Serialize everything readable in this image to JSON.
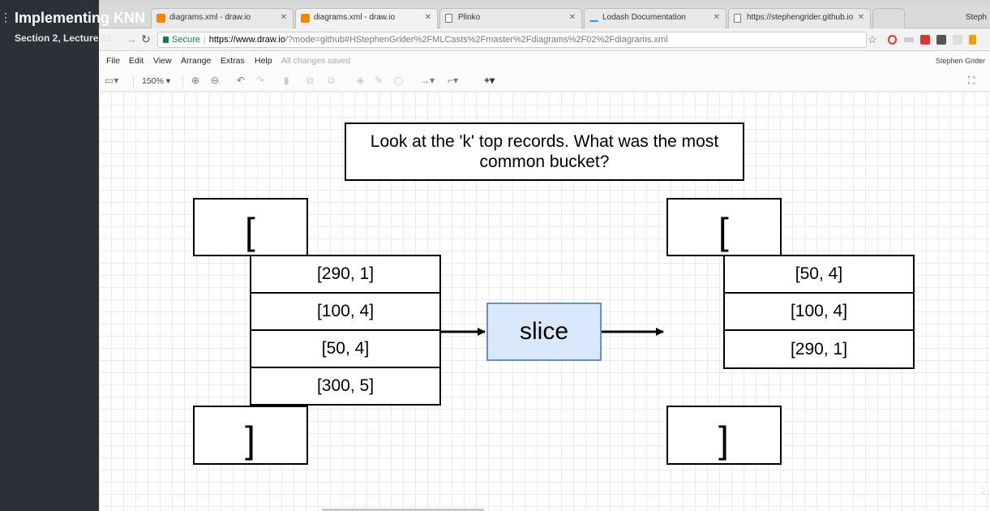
{
  "lecture": {
    "title": "Implementing KNN",
    "subtitle": "Section 2, Lecture 12"
  },
  "browser": {
    "tabs": [
      {
        "label": "diagrams.xml - draw.io",
        "icon": "drawio-icon",
        "active": false
      },
      {
        "label": "diagrams.xml - draw.io",
        "icon": "drawio-icon",
        "active": true
      },
      {
        "label": "Plinko",
        "icon": "page-icon",
        "active": false
      },
      {
        "label": "Lodash Documentation",
        "icon": "lodash-icon",
        "active": false
      },
      {
        "label": "https://stephengrider.github.io",
        "icon": "page-icon",
        "active": false
      }
    ],
    "tab_right_text": "Steph",
    "address": {
      "secure_label": "Secure",
      "host": "https://www.draw.io",
      "path": "/?mode=github#HStephenGrider%2FMLCasts%2Fmaster%2Fdiagrams%2F02%2Fdiagrams.xml"
    }
  },
  "app": {
    "menu": [
      "File",
      "Edit",
      "View",
      "Arrange",
      "Extras",
      "Help"
    ],
    "status": "All changes saved",
    "user": "Stephen Grider",
    "zoom": "150%"
  },
  "diagram": {
    "title": "Look at the 'k' top records.  What was the most common bucket?",
    "left_open": "[",
    "left_close": "]",
    "left_records": [
      "[290, 1]",
      "[100, 4]",
      "[50, 4]",
      "[300, 5]"
    ],
    "operation": "slice",
    "right_open": "[",
    "right_close": "]",
    "right_records": [
      "[50, 4]",
      "[100, 4]",
      "[290, 1]"
    ]
  },
  "colors": {
    "slice_fill": "#dae8fc",
    "slice_stroke": "#6c8ebf",
    "secure_green": "#0b8043",
    "drawio_orange": "#f08705"
  }
}
